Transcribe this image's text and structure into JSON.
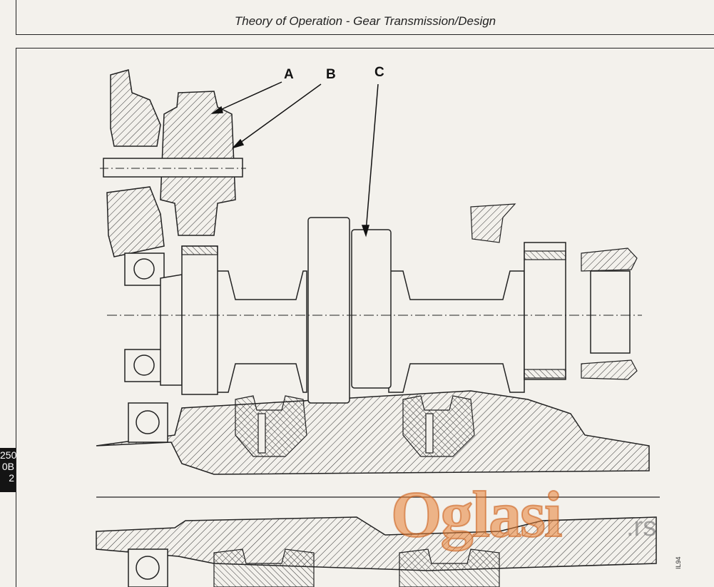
{
  "header": {
    "title": "Theory of Operation - Gear Transmission/Design"
  },
  "callouts": [
    {
      "label": "A"
    },
    {
      "label": "B"
    },
    {
      "label": "C"
    }
  ],
  "side_tab": {
    "lines": [
      "250",
      "0B",
      "2"
    ]
  },
  "figure_code": "IL94",
  "watermark": {
    "brand": "Oglasi",
    "tld": ".rs",
    "color": "#e88034"
  }
}
